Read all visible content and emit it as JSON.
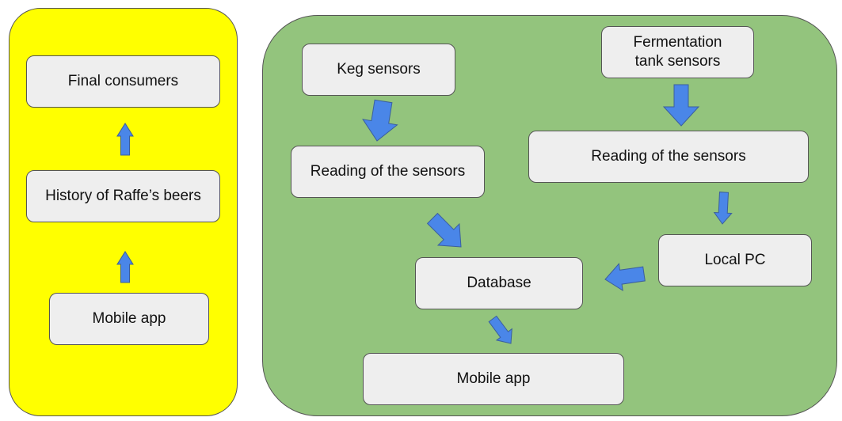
{
  "colors": {
    "left_panel": "#ffff00",
    "right_panel": "#93c47d",
    "box_fill": "#eeeeee",
    "arrow": "#4a86e8"
  },
  "left_flow": {
    "final_consumers": "Final consumers",
    "history": "History of Raffe’s beers",
    "mobile_app": "Mobile app"
  },
  "right_flow": {
    "keg_sensors": "Keg sensors",
    "fermentation_sensors": "Fermentation\ntank sensors",
    "reading_left": "Reading of the sensors",
    "reading_right": "Reading of the sensors",
    "local_pc": "Local PC",
    "database": "Database",
    "mobile_app": "Mobile app"
  }
}
